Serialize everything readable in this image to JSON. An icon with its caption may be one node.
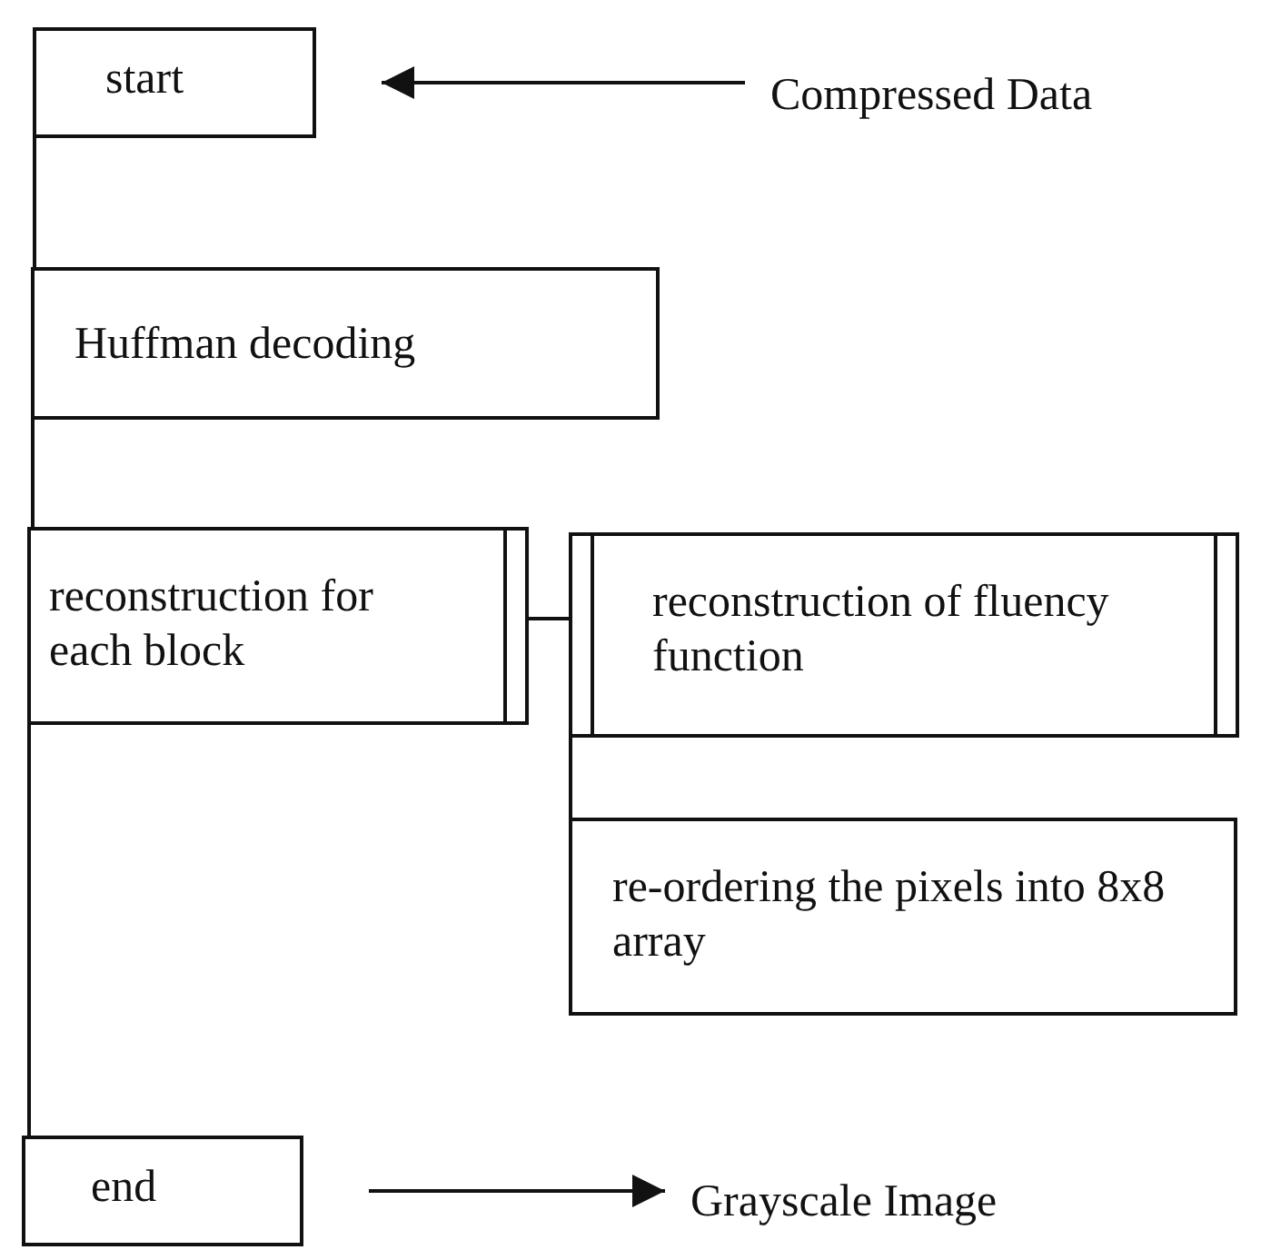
{
  "diagram": {
    "nodes": [
      {
        "text": [
          "start"
        ]
      },
      {
        "text": [
          "Compressed Data"
        ]
      },
      {
        "text": [
          "Huffman decoding"
        ]
      },
      {
        "text": [
          "reconstruction for each block"
        ]
      },
      {
        "text": [
          "reconstruction of fluency function"
        ]
      },
      {
        "text": [
          "re-ordering the pixels into 8x8 array"
        ]
      },
      {
        "text": [
          "end"
        ]
      },
      {
        "text": [
          "Grayscale Image"
        ]
      }
    ],
    "edges": [
      {
        "from": 1,
        "to": 0,
        "arrow": "to"
      },
      {
        "from": 0,
        "to": 2,
        "arrow": "none"
      },
      {
        "from": 2,
        "to": 3,
        "arrow": "none"
      },
      {
        "from": 3,
        "to": 6,
        "arrow": "none"
      },
      {
        "from": 3,
        "to": 4,
        "arrow": "none"
      },
      {
        "from": 4,
        "to": 5,
        "arrow": "none"
      },
      {
        "from": 6,
        "to": 7,
        "arrow": "to"
      }
    ]
  }
}
